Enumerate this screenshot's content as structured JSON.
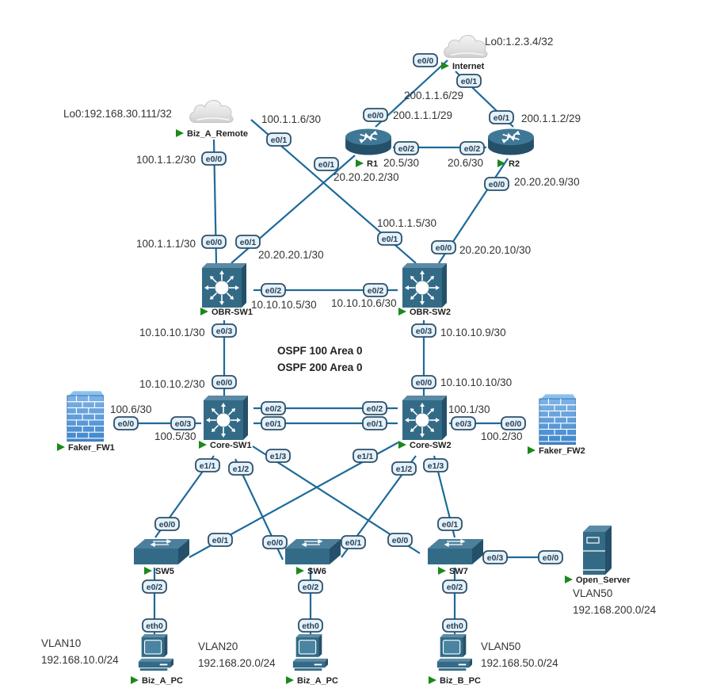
{
  "title": "OSPF network topology",
  "colors": {
    "link": "#1d6a9a",
    "device": "#336b87",
    "device_dark": "#24506a",
    "port_fill": "#e3f1fb",
    "port_stroke": "#2f4f68",
    "play_green": "#1a8a1a",
    "firewall": "#4f95d8"
  },
  "annotations": {
    "ospf_line1": "OSPF 100  Area 0",
    "ospf_line2": "OSPF 200  Area 0"
  },
  "nodes": [
    {
      "id": "internet",
      "label": "Internet",
      "type": "cloud",
      "icon": "cloud-icon",
      "note": "Lo0:1.2.3.4/32"
    },
    {
      "id": "biz_a_remote",
      "label": "Biz_A_Remote",
      "type": "cloud",
      "icon": "cloud-icon",
      "note": "Lo0:192.168.30.111/32"
    },
    {
      "id": "r1",
      "label": "R1",
      "type": "router",
      "icon": "router-icon"
    },
    {
      "id": "r2",
      "label": "R2",
      "type": "router",
      "icon": "router-icon"
    },
    {
      "id": "obr_sw1",
      "label": "OBR-SW1",
      "type": "l3switch",
      "icon": "layer3-switch-icon"
    },
    {
      "id": "obr_sw2",
      "label": "OBR-SW2",
      "type": "l3switch",
      "icon": "layer3-switch-icon"
    },
    {
      "id": "core_sw1",
      "label": "Core-SW1",
      "type": "l3switch",
      "icon": "layer3-switch-icon"
    },
    {
      "id": "core_sw2",
      "label": "Core-SW2",
      "type": "l3switch",
      "icon": "layer3-switch-icon"
    },
    {
      "id": "faker_fw1",
      "label": "Faker_FW1",
      "type": "firewall",
      "icon": "firewall-icon"
    },
    {
      "id": "faker_fw2",
      "label": "Faker_FW2",
      "type": "firewall",
      "icon": "firewall-icon"
    },
    {
      "id": "sw5",
      "label": "SW5",
      "type": "switch",
      "icon": "switch-icon"
    },
    {
      "id": "sw6",
      "label": "SW6",
      "type": "switch",
      "icon": "switch-icon"
    },
    {
      "id": "sw7",
      "label": "SW7",
      "type": "switch",
      "icon": "switch-icon"
    },
    {
      "id": "open_server",
      "label": "Open_Server",
      "type": "server",
      "icon": "server-icon",
      "vlan": "VLAN50",
      "subnet": "192.168.200.0/24"
    },
    {
      "id": "pc1",
      "label": "Biz_A_PC",
      "type": "pc",
      "icon": "pc-icon",
      "vlan": "VLAN10",
      "subnet": "192.168.10.0/24"
    },
    {
      "id": "pc2",
      "label": "Biz_A_PC",
      "type": "pc",
      "icon": "pc-icon",
      "vlan": "VLAN20",
      "subnet": "192.168.20.0/24"
    },
    {
      "id": "pc3",
      "label": "Biz_B_PC",
      "type": "pc",
      "icon": "pc-icon",
      "vlan": "VLAN50",
      "subnet": "192.168.50.0/24"
    }
  ],
  "links": [
    {
      "a": "internet",
      "a_port": "e0/0",
      "b": "r1",
      "b_port": "e0/0",
      "a_ip": "200.1.1.6/29",
      "b_ip": "200.1.1.1/29"
    },
    {
      "a": "internet",
      "a_port": "e0/1",
      "b": "r2",
      "b_port": "e0/1",
      "b_ip": "200.1.1.2/29"
    },
    {
      "a": "r1",
      "a_port": "e0/2",
      "b": "r2",
      "b_port": "e0/2",
      "a_ip": "20.5/30",
      "b_ip": "20.6/30"
    },
    {
      "a": "r1",
      "a_port": "e0/1",
      "b": "obr_sw1",
      "b_port": "e0/1",
      "a_ip": "20.20.20.2/30",
      "b_ip": "20.20.20.1/30"
    },
    {
      "a": "r2",
      "a_port": "e0/0",
      "b": "obr_sw2",
      "b_port": "e0/0",
      "a_ip": "20.20.20.9/30",
      "b_ip": "20.20.20.10/30"
    },
    {
      "a": "biz_a_remote",
      "a_port": "e0/0",
      "b": "obr_sw1",
      "b_port": "e0/0",
      "a_ip": "100.1.1.2/30",
      "b_ip": "100.1.1.1/30"
    },
    {
      "a": "biz_a_remote",
      "a_port": "e0/1",
      "b": "obr_sw2",
      "b_port": "e0/1",
      "a_ip": "100.1.1.6/30",
      "b_ip": "100.1.1.5/30"
    },
    {
      "a": "obr_sw1",
      "a_port": "e0/2",
      "b": "obr_sw2",
      "b_port": "e0/2",
      "a_ip": "10.10.10.5/30",
      "b_ip": "10.10.10.6/30"
    },
    {
      "a": "obr_sw1",
      "a_port": "e0/3",
      "b": "core_sw1",
      "b_port": "e0/0",
      "a_ip": "10.10.10.1/30",
      "b_ip": "10.10.10.2/30"
    },
    {
      "a": "obr_sw2",
      "a_port": "e0/3",
      "b": "core_sw2",
      "b_port": "e0/0",
      "a_ip": "10.10.10.9/30",
      "b_ip": "10.10.10.10/30"
    },
    {
      "a": "core_sw1",
      "a_port": "e0/2",
      "b": "core_sw2",
      "b_port": "e0/2"
    },
    {
      "a": "core_sw1",
      "a_port": "e0/1",
      "b": "core_sw2",
      "b_port": "e0/1"
    },
    {
      "a": "faker_fw1",
      "a_port": "e0/0",
      "b": "core_sw1",
      "b_port": "e0/3",
      "a_ip": "100.6/30",
      "b_ip": "100.5/30"
    },
    {
      "a": "core_sw2",
      "a_port": "e0/3",
      "b": "faker_fw2",
      "b_port": "e0/0",
      "a_ip": "100.1/30",
      "b_ip": "100.2/30"
    },
    {
      "a": "core_sw1",
      "a_port": "e1/1",
      "b": "sw5",
      "b_port": "e0/0"
    },
    {
      "a": "core_sw1",
      "a_port": "e1/2",
      "b": "sw6",
      "b_port": "e0/0"
    },
    {
      "a": "core_sw1",
      "a_port": "e1/3",
      "b": "sw7",
      "b_port": "e0/0"
    },
    {
      "a": "core_sw2",
      "a_port": "e1/1",
      "b": "sw5",
      "b_port": "e0/1"
    },
    {
      "a": "core_sw2",
      "a_port": "e1/2",
      "b": "sw6",
      "b_port": "e0/1"
    },
    {
      "a": "core_sw2",
      "a_port": "e1/3",
      "b": "sw7",
      "b_port": "e0/1"
    },
    {
      "a": "sw7",
      "a_port": "e0/3",
      "b": "open_server",
      "b_port": "e0/0"
    },
    {
      "a": "sw5",
      "a_port": "e0/2",
      "b": "pc1",
      "b_port": "eth0"
    },
    {
      "a": "sw6",
      "a_port": "e0/2",
      "b": "pc2",
      "b_port": "eth0"
    },
    {
      "a": "sw7",
      "a_port": "e0/2",
      "b": "pc3",
      "b_port": "eth0"
    }
  ]
}
